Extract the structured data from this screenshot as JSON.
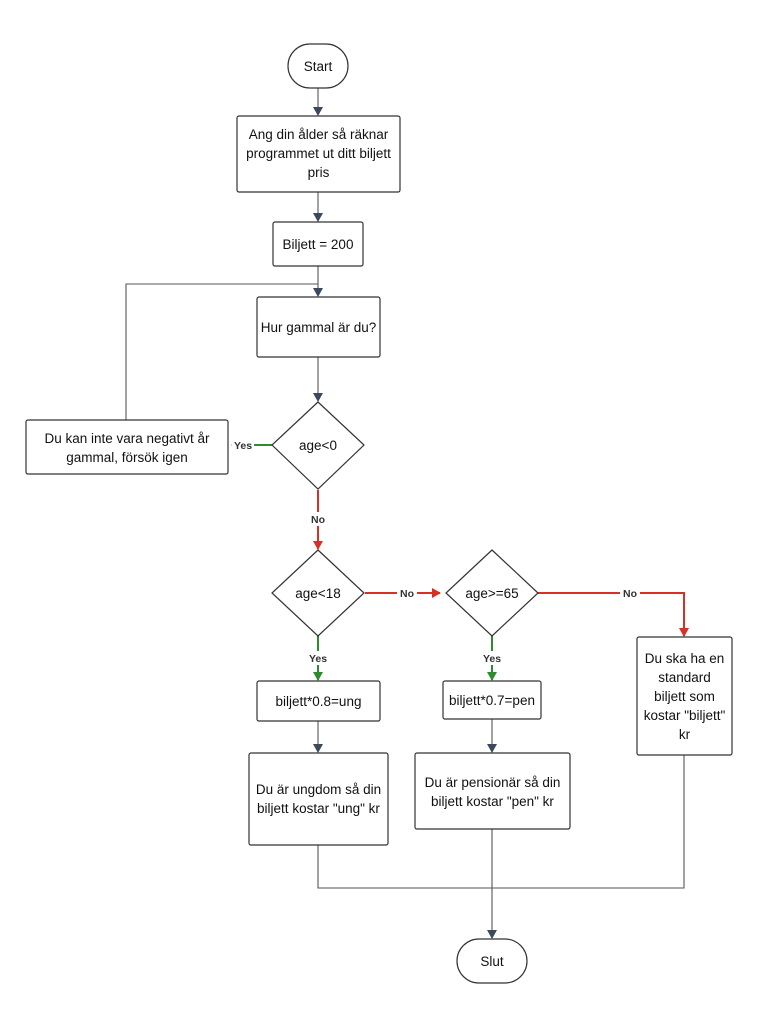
{
  "nodes": {
    "start": "Start",
    "intro": [
      "Ang din ålder så räknar",
      "programmet ut ditt biljett",
      "pris"
    ],
    "init": "Biljett = 200",
    "ask": "Hur gammal är du?",
    "error": [
      "Du kan inte vara negativt år",
      "gammal, försök igen"
    ],
    "cond_negative": "age<0",
    "cond_young": "age<18",
    "cond_senior": "age>=65",
    "calc_young": "biljett*0.8=ung",
    "calc_senior": "biljett*0.7=pen",
    "standard": [
      "Du ska ha en",
      "standard",
      "biljett som",
      "kostar \"biljett\"",
      "kr"
    ],
    "out_young": [
      "Du är ungdom så din",
      "biljett kostar \"ung\" kr"
    ],
    "out_senior": [
      "Du är pensionär så din",
      "biljett kostar \"pen\" kr"
    ],
    "end": "Slut"
  },
  "edge_labels": {
    "yes": "Yes",
    "no": "No"
  },
  "colors": {
    "yes": "#2e8b2e",
    "no": "#d93025",
    "line": "#555555",
    "border": "#333333"
  }
}
